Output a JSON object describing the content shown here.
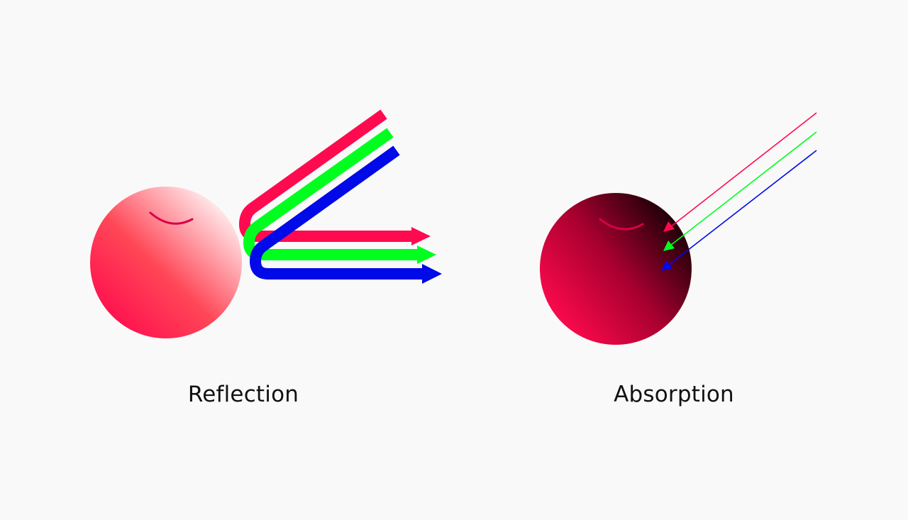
{
  "panels": [
    {
      "id": "reflection",
      "caption": "Reflection",
      "ball": {
        "gradient": [
          "#ffffff",
          "#ff4757",
          "#ff0a4d"
        ]
      },
      "rays": [
        "#ff0a4f",
        "#00ff1e",
        "#0009e8"
      ]
    },
    {
      "id": "absorption",
      "caption": "Absorption",
      "ball": {
        "gradient": [
          "#130005",
          "#a8002f",
          "#ff0a4d"
        ]
      },
      "rays": [
        "#ff0a4f",
        "#00ff1e",
        "#0009e8"
      ]
    }
  ],
  "colors": {
    "background": "#f9f9f9",
    "smile": "#d9004a",
    "text": "#111111"
  }
}
